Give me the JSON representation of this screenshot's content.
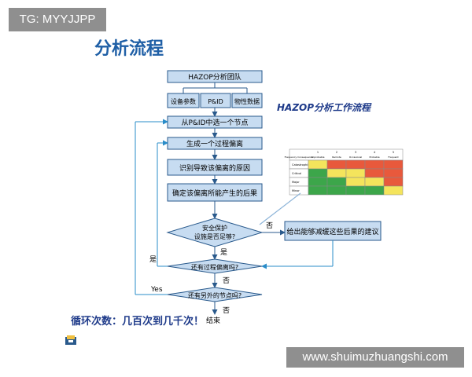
{
  "watermark_top": "TG: MYYJJPP",
  "watermark_bottom": "www.shuimuzhuangshi.com",
  "slide_title": "分析流程",
  "diagram_title": "HAZOP分析工作流程",
  "boxes": {
    "team": "HAZOP分析团队",
    "equip": "设备参数",
    "pid": "P&ID",
    "props": "物性数据",
    "select_node": "从P&ID中选一个节点",
    "gen_dev": "生成一个过程偏离",
    "causes": "识别导致该偏离的原因",
    "consequences": "确定该偏离所能产生的后果",
    "safeguard_1": "安全保护",
    "safeguard_2": "设施是否足够?",
    "recommend": "给出能够减缓这些后果的建议",
    "more_dev": "还有过程偏离吗?",
    "more_nodes": "还有另外的节点吗?",
    "end": "结束"
  },
  "labels": {
    "no_1": "否",
    "yes_1": "是",
    "no_2": "否",
    "yes_2": "Yes",
    "no_3": "否"
  },
  "note": "循环次数：几百次到几千次！",
  "risk_matrix": {
    "columns": [
      "1",
      "2",
      "3",
      "4",
      "5"
    ],
    "column_labels": [
      "Frequency Consequence",
      "Improbable",
      "Remote",
      "Occasional",
      "Probable",
      "Frequent"
    ],
    "rows": [
      "Catastrophic",
      "Critical",
      "Major",
      "Minor"
    ],
    "cells": [
      [
        "yellow",
        "red",
        "red",
        "red",
        "red"
      ],
      [
        "green",
        "yellow",
        "yellow",
        "red",
        "red"
      ],
      [
        "green",
        "green",
        "yellow",
        "yellow",
        "red"
      ],
      [
        "green",
        "green",
        "green",
        "green",
        "yellow"
      ]
    ],
    "colors": {
      "green": "#3ca64a",
      "yellow": "#f4e45c",
      "red": "#e8593c"
    }
  },
  "colors": {
    "box_fill": "#c7dcf1",
    "box_stroke": "#2a5a8c",
    "arrow": "#2a8cc8",
    "title": "#1f5fa6"
  }
}
